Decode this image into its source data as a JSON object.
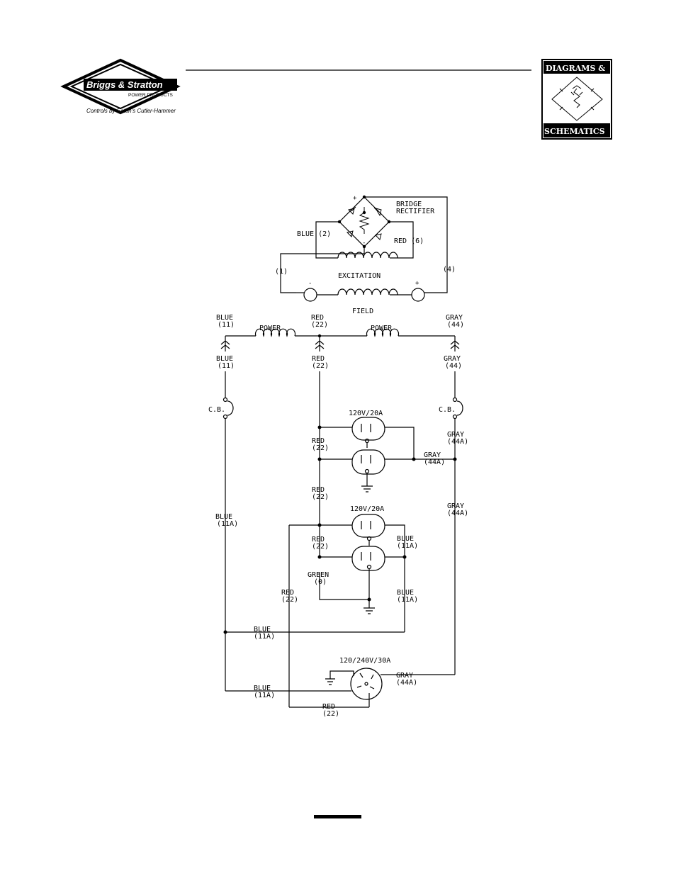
{
  "header": {
    "brand": {
      "name": "Briggs & Stratton",
      "sub": "POWER PRODUCTS",
      "tagline": "Controls by Eaton's Cutler-Hammer"
    },
    "badge": {
      "top": "DIAGRAMS &",
      "bottom": "SCHEMATICS"
    }
  },
  "schematic": {
    "rectifier": {
      "label_line1": "BRIDGE",
      "label_line2": "RECTIFIER",
      "plus": "+",
      "minus": "-"
    },
    "excitation": {
      "label": "EXCITATION",
      "wire_blue": "BLUE (2)",
      "wire_red": "RED (6)"
    },
    "field": {
      "label": "FIELD",
      "minus": "-",
      "plus": "+"
    },
    "wires": {
      "w1": "(1)",
      "w4": "(4)"
    },
    "power_label": "POWER",
    "blue_top": {
      "color": "BLUE",
      "num": "(11)"
    },
    "red_top": {
      "color": "RED",
      "num": "(22)"
    },
    "gray_top": {
      "color": "GRAY",
      "num": "(44)"
    },
    "cb": "C.B.",
    "outlet1": {
      "rating": "120V/20A"
    },
    "outlet2": {
      "rating": "120V/20A"
    },
    "outlet3": {
      "rating": "120/240V/30A"
    },
    "labels": {
      "red22": {
        "color": "RED",
        "num": "(22)"
      },
      "gray44a": {
        "color": "GRAY",
        "num": "(44A)"
      },
      "blue11a": {
        "color": "BLUE",
        "num": "(11A)"
      },
      "green0": {
        "color": "GREEN",
        "num": "(0)"
      }
    }
  }
}
